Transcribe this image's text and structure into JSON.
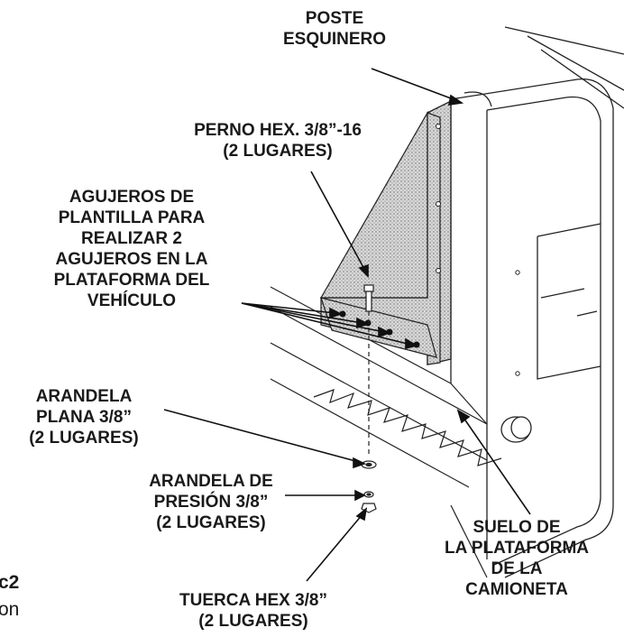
{
  "labels": {
    "poste_esquinero": [
      "POSTE",
      "ESQUINERO"
    ],
    "perno_hex": [
      "PERNO HEX. 3/8”-16",
      "(2 LUGARES)"
    ],
    "agujeros": [
      "AGUJEROS DE",
      "PLANTILLA PARA",
      "REALIZAR 2",
      "AGUJEROS EN LA",
      "PLATAFORMA DEL",
      "VEHÍCULO"
    ],
    "arandela_plana": [
      "ARANDELA",
      "PLANA 3/8”",
      "(2 LUGARES)"
    ],
    "arandela_presion": [
      "ARANDELA DE",
      "PRESIÓN 3/8”",
      "(2 LUGARES)"
    ],
    "tuerca_hex": [
      "TUERCA HEX 3/8”",
      "(2 LUGARES)"
    ],
    "suelo": [
      "SUELO DE",
      "LA PLATAFORMA",
      "DE LA",
      "CAMIONETA"
    ]
  },
  "page_fragments": {
    "top": "c2",
    "bottom": "on"
  }
}
